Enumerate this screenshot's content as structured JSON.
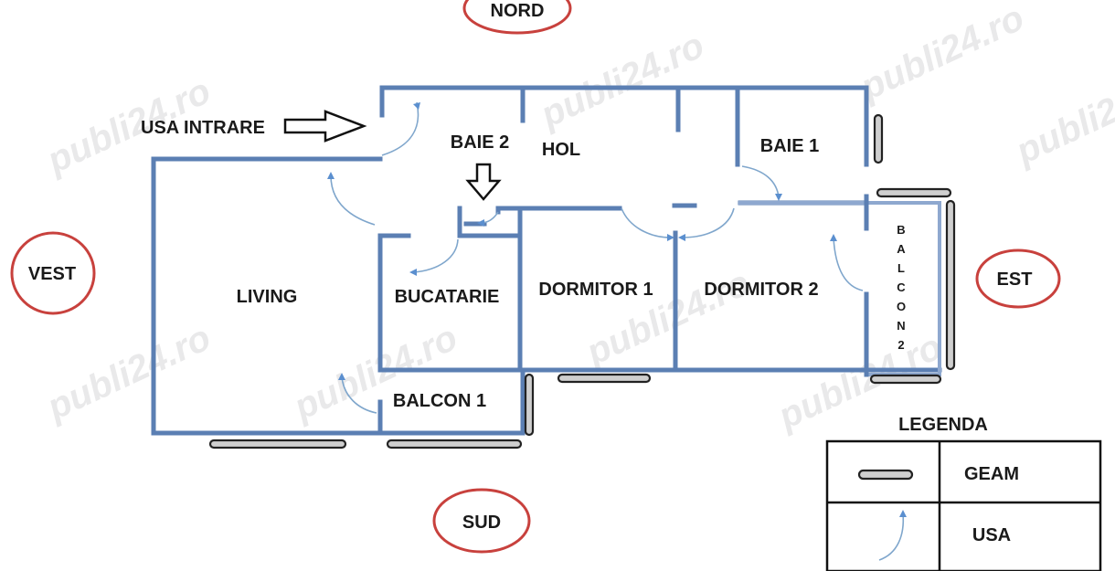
{
  "compass": {
    "north": "NORD",
    "south": "SUD",
    "west": "VEST",
    "east": "EST"
  },
  "entrance": {
    "label": "USA INTRARE"
  },
  "rooms": {
    "baie2": "BAIE 2",
    "hol": "HOL",
    "baie1": "BAIE 1",
    "living": "LIVING",
    "bucatarie": "BUCATARIE",
    "dormitor1": "DORMITOR 1",
    "dormitor2": "DORMITOR 2",
    "balcon1": "BALCON 1",
    "balcon2_letters": [
      "B",
      "A",
      "L",
      "C",
      "O",
      "N",
      "2"
    ]
  },
  "legend": {
    "title": "LEGENDA",
    "window_label": "GEAM",
    "door_label": "USA"
  },
  "watermark": "publi24.ro",
  "colors": {
    "wall": "#5b7fb3",
    "compass_ring": "#c8413d",
    "door_arc": "#7fa6cc",
    "window_fill": "#cfcfcf"
  }
}
